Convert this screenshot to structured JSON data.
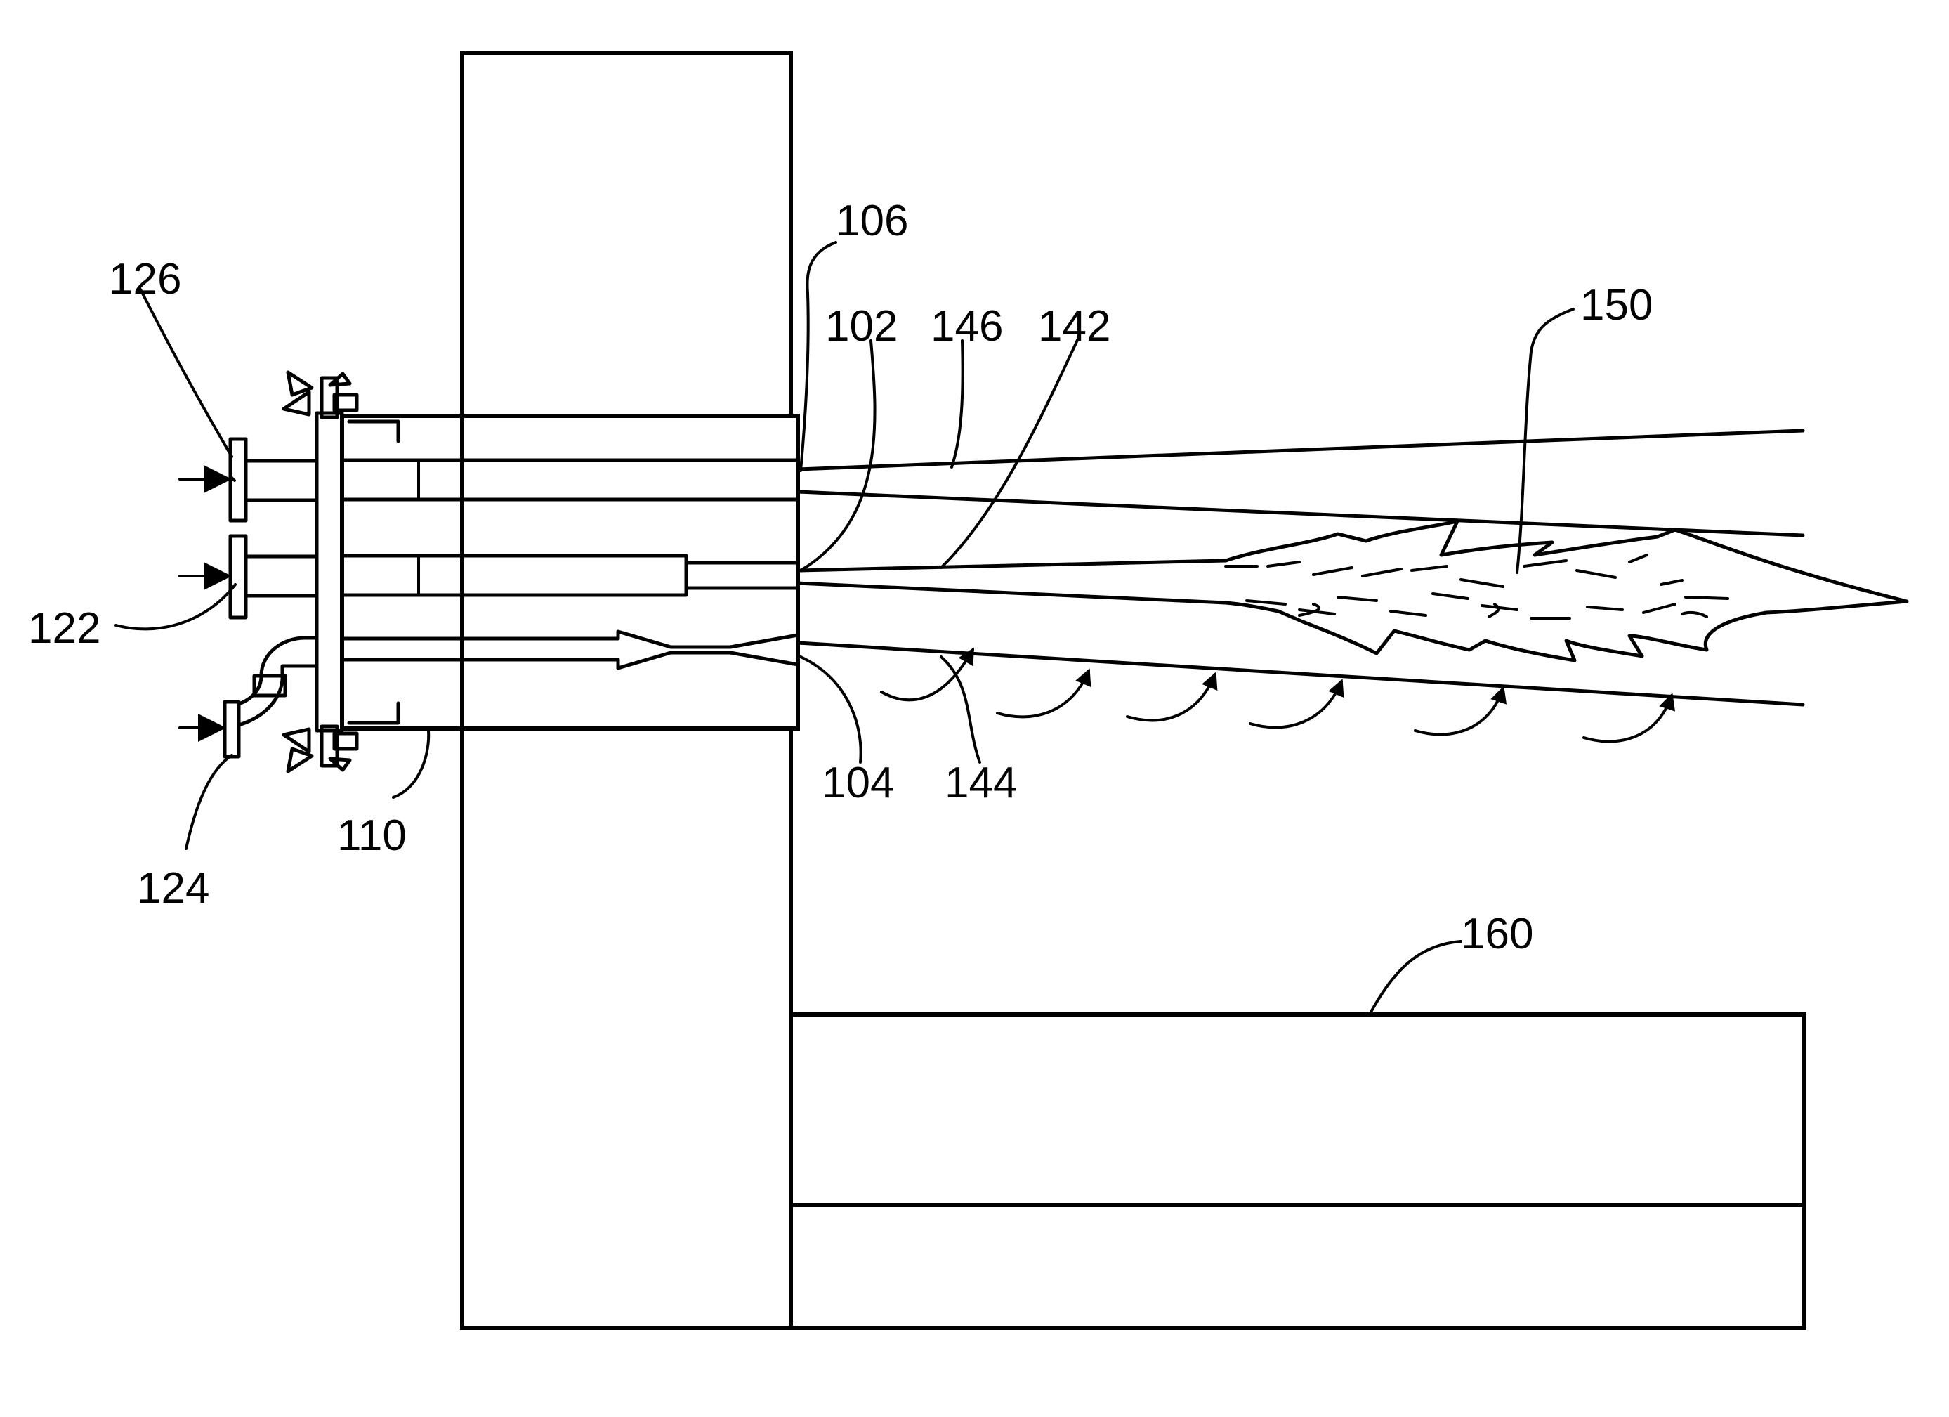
{
  "figure": {
    "labels": {
      "l102": "102",
      "l104": "104",
      "l106": "106",
      "l110": "110",
      "l122": "122",
      "l124": "124",
      "l126": "126",
      "l142": "142",
      "l144": "144",
      "l146": "146",
      "l150": "150",
      "l160": "160"
    }
  }
}
